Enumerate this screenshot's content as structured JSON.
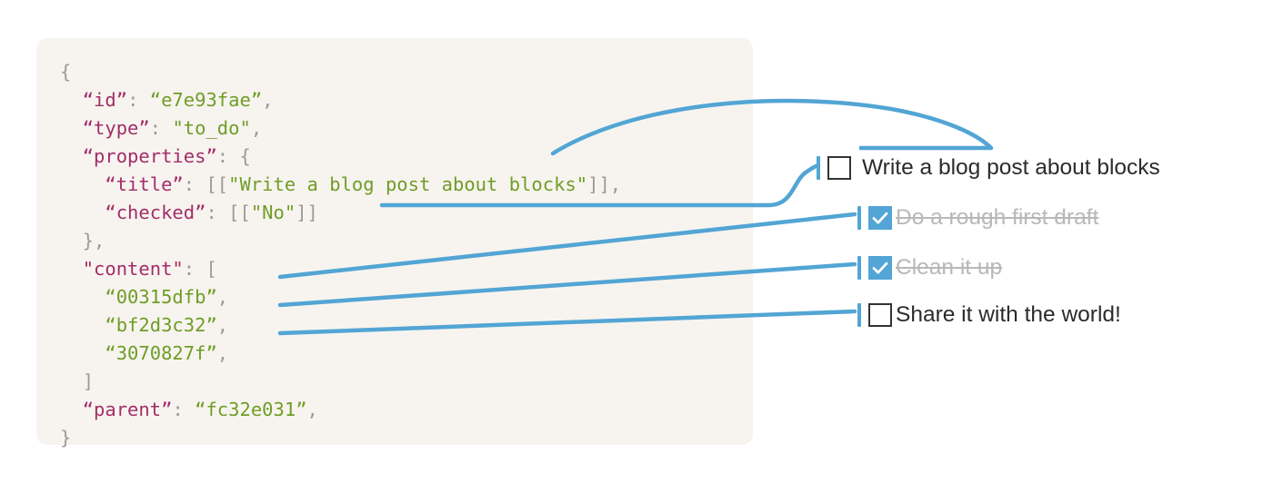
{
  "theme": {
    "page_background": "#ffffff",
    "code_panel_background": "#f7f4ef",
    "json_key_color": "#a32d6a",
    "json_string_color": "#6f9d27",
    "json_punctuation_color": "#9a9a97",
    "connector_color": "#52a5d4",
    "checkbox_checked_fill": "#52a5d4",
    "checkbox_unchecked_border": "#333333",
    "todo_text_color": "#2b2b2b",
    "todo_done_text_color": "#b8b8b8"
  },
  "code": {
    "language": "json",
    "lines": [
      {
        "indent": 0,
        "tokens": [
          {
            "t": "{",
            "c": "pun"
          }
        ]
      },
      {
        "indent": 1,
        "tokens": [
          {
            "t": "“id”",
            "c": "key"
          },
          {
            "t": ": ",
            "c": "pun"
          },
          {
            "t": "“e7e93fae”",
            "c": "str"
          },
          {
            "t": ",",
            "c": "pun"
          }
        ]
      },
      {
        "indent": 1,
        "tokens": [
          {
            "t": "“type”",
            "c": "key"
          },
          {
            "t": ": ",
            "c": "pun"
          },
          {
            "t": "\"to_do\"",
            "c": "str"
          },
          {
            "t": ",",
            "c": "pun"
          }
        ]
      },
      {
        "indent": 1,
        "tokens": [
          {
            "t": "“properties”",
            "c": "key"
          },
          {
            "t": ": {",
            "c": "pun"
          }
        ]
      },
      {
        "indent": 2,
        "tokens": [
          {
            "t": "“title”",
            "c": "key"
          },
          {
            "t": ": [[",
            "c": "pun"
          },
          {
            "t": "\"Write a blog post about blocks\"",
            "c": "str"
          },
          {
            "t": "]],",
            "c": "pun"
          }
        ]
      },
      {
        "indent": 2,
        "tokens": [
          {
            "t": "“checked”",
            "c": "key"
          },
          {
            "t": ": [[",
            "c": "pun"
          },
          {
            "t": "\"No\"",
            "c": "str"
          },
          {
            "t": "]]",
            "c": "pun"
          }
        ]
      },
      {
        "indent": 1,
        "tokens": [
          {
            "t": "},",
            "c": "pun"
          }
        ]
      },
      {
        "indent": 1,
        "tokens": [
          {
            "t": "\"content\"",
            "c": "key"
          },
          {
            "t": ": [",
            "c": "pun"
          }
        ]
      },
      {
        "indent": 2,
        "tokens": [
          {
            "t": "“00315dfb”",
            "c": "str"
          },
          {
            "t": ",",
            "c": "pun"
          }
        ]
      },
      {
        "indent": 2,
        "tokens": [
          {
            "t": "“bf2d3c32”",
            "c": "str"
          },
          {
            "t": ",",
            "c": "pun"
          }
        ]
      },
      {
        "indent": 2,
        "tokens": [
          {
            "t": "“3070827f”",
            "c": "str"
          },
          {
            "t": ",",
            "c": "pun"
          }
        ]
      },
      {
        "indent": 1,
        "tokens": [
          {
            "t": "]",
            "c": "pun"
          }
        ]
      },
      {
        "indent": 1,
        "tokens": [
          {
            "t": "“parent”",
            "c": "key"
          },
          {
            "t": ": ",
            "c": "pun"
          },
          {
            "t": "“fc32e031”",
            "c": "str"
          },
          {
            "t": ",",
            "c": "pun"
          }
        ]
      },
      {
        "indent": 0,
        "tokens": [
          {
            "t": "}",
            "c": "pun"
          }
        ]
      }
    ]
  },
  "todos": [
    {
      "label": "Write a blog post about blocks",
      "checked": false,
      "struck": false
    },
    {
      "label": "Do a rough first draft",
      "checked": true,
      "struck": true
    },
    {
      "label": "Clean it up",
      "checked": true,
      "struck": true
    },
    {
      "label": "Share it with the world!",
      "checked": false,
      "struck": false
    }
  ],
  "connectors": [
    {
      "from": "title-value",
      "to": "todo-0-label-underline",
      "style": "arc"
    },
    {
      "from": "checked-value",
      "to": "todo-0-checkbox",
      "style": "curve"
    },
    {
      "from": "content-item-0",
      "to": "todo-1-checkbox",
      "style": "line"
    },
    {
      "from": "content-item-1",
      "to": "todo-2-checkbox",
      "style": "line"
    },
    {
      "from": "content-item-2",
      "to": "todo-3-checkbox",
      "style": "line"
    }
  ]
}
